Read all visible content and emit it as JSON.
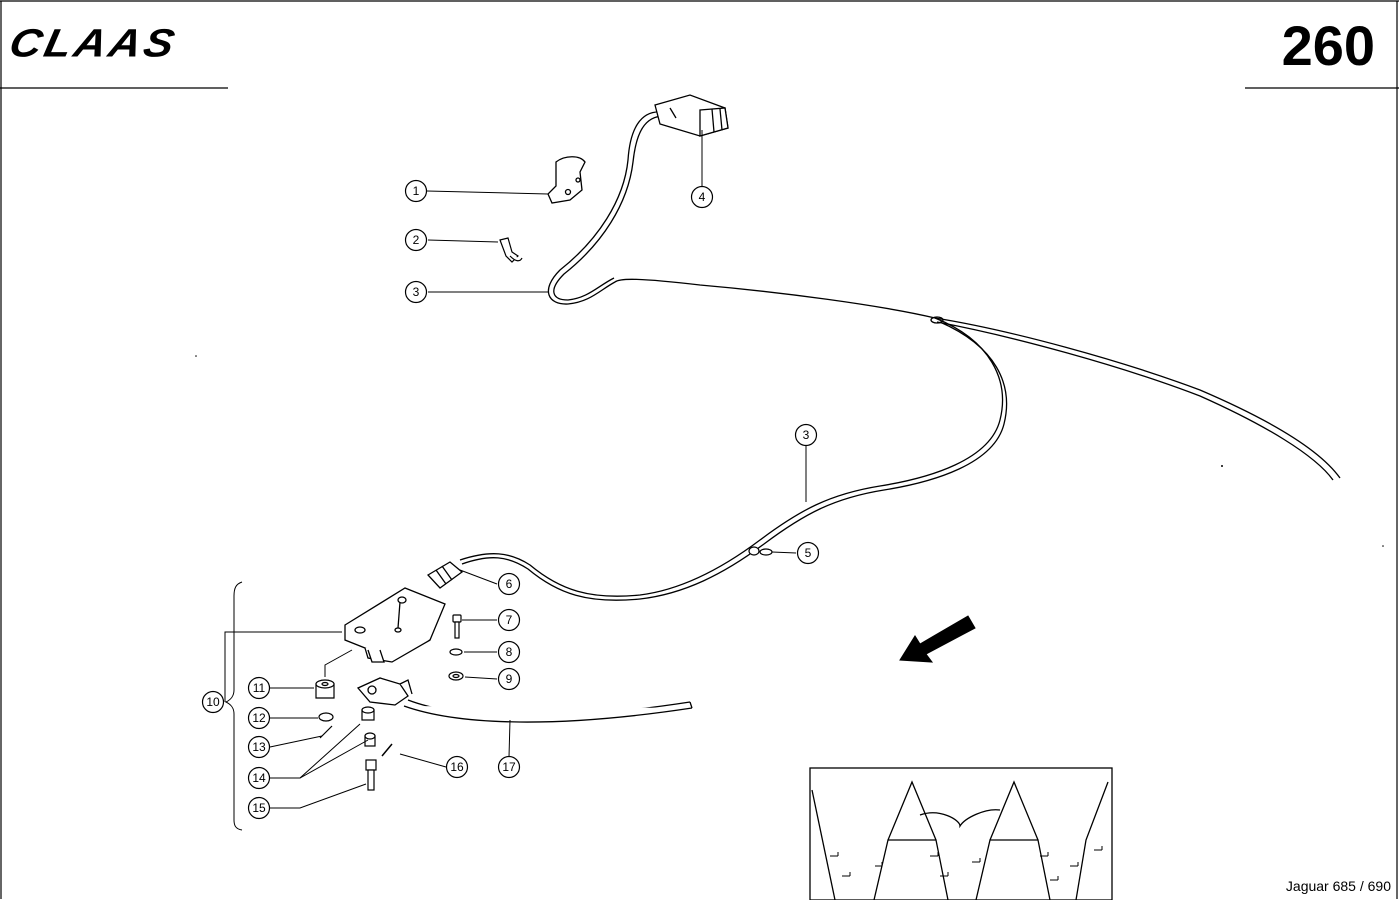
{
  "header": {
    "brand_logo": "CLAAS",
    "page_number": "260"
  },
  "footer": {
    "model": "Jaguar 685 / 690"
  },
  "callouts": [
    {
      "id": "1"
    },
    {
      "id": "2"
    },
    {
      "id": "3"
    },
    {
      "id": "3"
    },
    {
      "id": "4"
    },
    {
      "id": "5"
    },
    {
      "id": "6"
    },
    {
      "id": "7"
    },
    {
      "id": "8"
    },
    {
      "id": "9"
    },
    {
      "id": "10"
    },
    {
      "id": "11"
    },
    {
      "id": "12"
    },
    {
      "id": "13"
    },
    {
      "id": "14"
    },
    {
      "id": "15"
    },
    {
      "id": "16"
    },
    {
      "id": "17"
    }
  ],
  "icons": {
    "arrow": "direction-arrow-icon",
    "inset": "machine-location-inset"
  }
}
